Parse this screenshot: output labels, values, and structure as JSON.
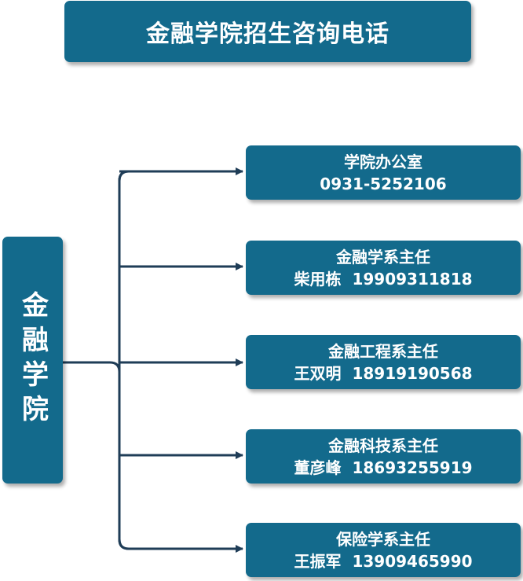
{
  "title": "金融学院招生咨询电话",
  "root": "金融学院",
  "nodes": [
    {
      "title": "学院办公室",
      "person": "",
      "phone": "0931-5252106"
    },
    {
      "title": "金融学系主任",
      "person": "柴用栋",
      "phone": "19909311818"
    },
    {
      "title": "金融工程系主任",
      "person": "王双明",
      "phone": "18919190568"
    },
    {
      "title": "金融科技系主任",
      "person": "董彦峰",
      "phone": "18693255919"
    },
    {
      "title": "保险学系主任",
      "person": "王振军",
      "phone": "13909465990"
    }
  ],
  "colors": {
    "box": "#136a8c",
    "text": "#ffffff",
    "connector": "#1f3d57"
  }
}
